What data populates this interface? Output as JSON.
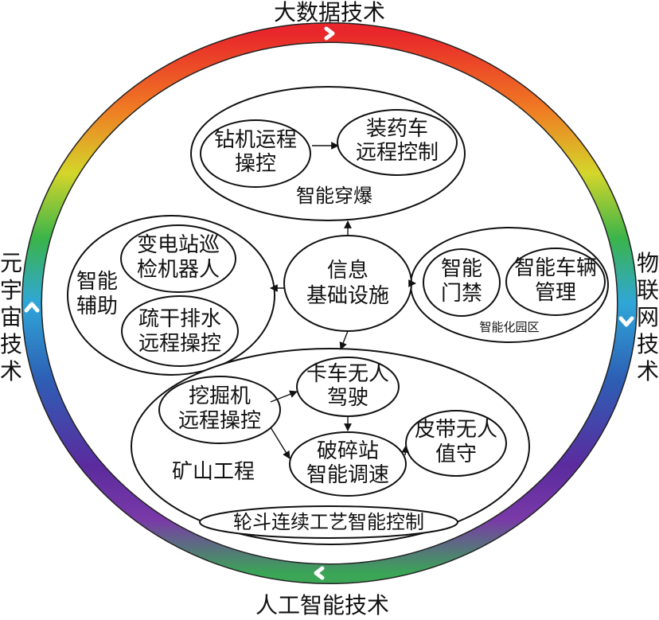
{
  "ring_labels": {
    "top": "大数据技术",
    "right": [
      "物",
      "联",
      "网",
      "技",
      "术"
    ],
    "bottom": "人工智能技术",
    "left": [
      "元",
      "宇",
      "宙",
      "技",
      "术"
    ]
  },
  "center": {
    "line1": "信息",
    "line2": "基础设施"
  },
  "blasting": {
    "label": "智能穿爆",
    "drill": [
      "钻机运程",
      "操控"
    ],
    "charger": [
      "装药车",
      "远程控制"
    ]
  },
  "auxiliary": {
    "label": [
      "智能",
      "辅助"
    ],
    "substation": [
      "变电站巡",
      "检机器人"
    ],
    "drainage": [
      "疏干排水",
      "远程操控"
    ]
  },
  "park": {
    "label": "智能化园区",
    "gate": [
      "智能",
      "门禁"
    ],
    "vehicle": [
      "智能车辆",
      "管理"
    ]
  },
  "mining": {
    "label": "矿山工程",
    "excavator": [
      "挖掘机",
      "远程操控"
    ],
    "truck": [
      "卡车无人",
      "驾驶"
    ],
    "crusher": [
      "破碎站",
      "智能调速"
    ],
    "belt": [
      "皮带无人",
      "值守"
    ],
    "wheel": "轮斗连续工艺智能控制"
  }
}
